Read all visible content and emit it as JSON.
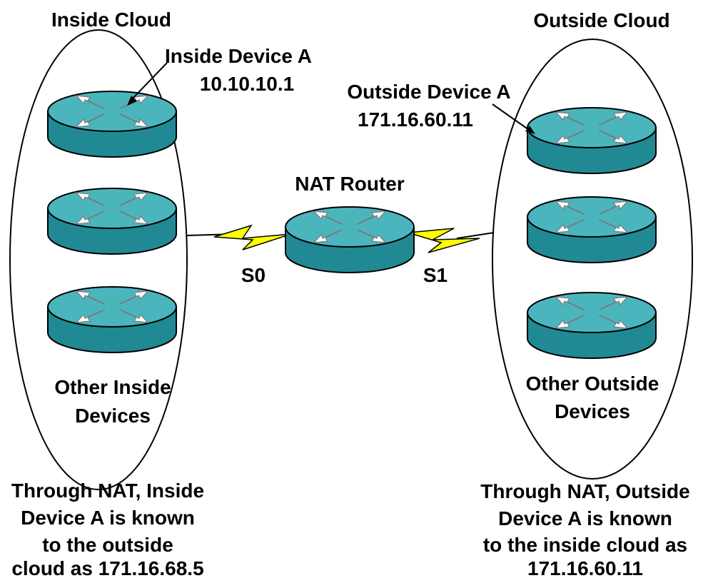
{
  "inside_cloud": {
    "title": "Inside Cloud",
    "device_a_name": "Inside Device A",
    "device_a_ip": "10.10.10.1",
    "other_line1": "Other Inside",
    "other_line2": "Devices"
  },
  "outside_cloud": {
    "title": "Outside Cloud",
    "device_a_name": "Outside Device A",
    "device_a_ip": "171.16.60.11",
    "other_line1": "Other Outside",
    "other_line2": "Devices"
  },
  "nat_router": {
    "title": "NAT Router",
    "interface_inside": "S0",
    "interface_outside": "S1"
  },
  "notes": {
    "inside": [
      "Through NAT, Inside",
      "Device A is known",
      "to the outside",
      "cloud as 171.16.68.5"
    ],
    "outside": [
      "Through NAT, Outside",
      "Device A is known",
      "to the inside cloud as",
      "171.16.60.11"
    ]
  },
  "colors": {
    "router_top": "#4bb5bd",
    "router_side": "#218994",
    "router_arrow": "#ffffff",
    "serial_link": "#ffff00",
    "outline": "#000000"
  }
}
